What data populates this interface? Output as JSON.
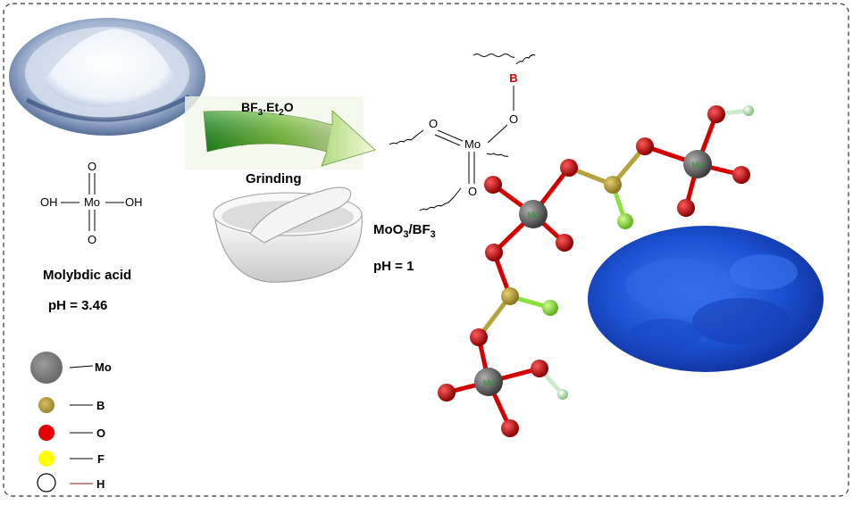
{
  "reagent": {
    "name": "Molybdic acid",
    "ph": "pH = 3.46",
    "structure": {
      "center": "Mo",
      "oxo_top": "O",
      "oxo_bottom": "O",
      "hydroxyl_left": "OH",
      "hydroxyl_right": "OH"
    }
  },
  "process": {
    "reagent_prefix": "BF",
    "reagent_sub1": "3",
    "reagent_dot": ".Et",
    "reagent_sub2": "2",
    "reagent_suffix": "O",
    "method": "Grinding"
  },
  "product": {
    "formula_prefix": "MoO",
    "formula_sub1": "3",
    "formula_mid": "/BF",
    "formula_sub2": "3",
    "ph": "pH = 1",
    "structure": {
      "metal": "Mo",
      "boron": "B",
      "oxygen_upper_left": "O",
      "oxygen_lower": "O",
      "oxygen_bridge": "O"
    }
  },
  "legend": [
    {
      "label": "Mo",
      "color": "#7f7f7f"
    },
    {
      "label": "B",
      "color": "#b59a3a"
    },
    {
      "label": "O",
      "color": "#e30000"
    },
    {
      "label": "F",
      "color": "#ffff00"
    },
    {
      "label": "H",
      "color": "#ffffff"
    }
  ],
  "molecule_labels": {
    "mo": "Mo",
    "o": "O",
    "b": "B",
    "f": "F",
    "h": "H"
  },
  "colors": {
    "mo": "#6e6e6e",
    "b": "#b5a23a",
    "o": "#d40000",
    "f": "#8ae03c",
    "h": "#cfe9d0",
    "blue_powder": "#1f4fd0",
    "arrow_green": "#5aa81e"
  }
}
